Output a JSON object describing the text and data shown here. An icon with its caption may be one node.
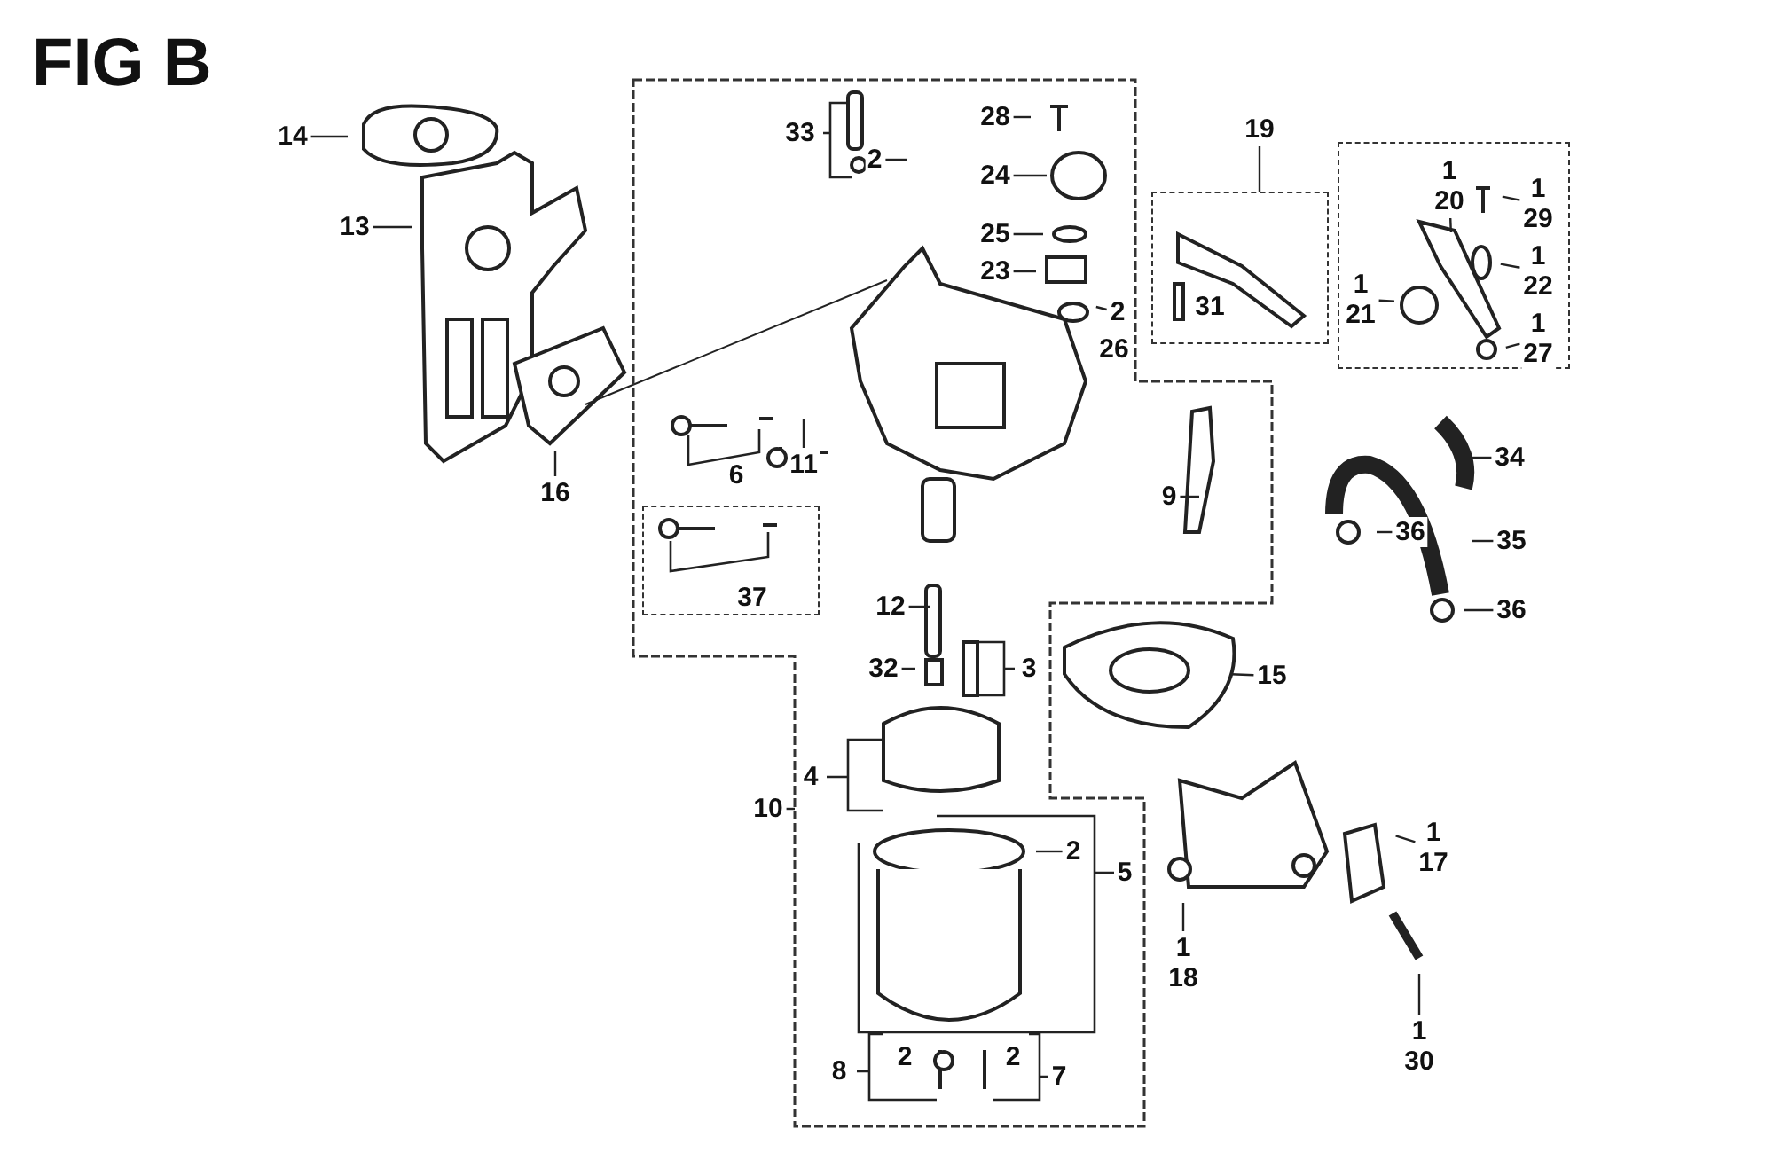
{
  "diagram": {
    "title": "FIG B",
    "nodes": [
      {
        "text": [],
        "shape": "box"
      },
      {
        "text": [
          "33"
        ],
        "in": 0
      },
      {
        "text": [
          "2"
        ],
        "in": 0
      },
      {
        "text": [
          "28"
        ],
        "in": 0
      },
      {
        "text": [
          "24"
        ],
        "in": 0
      },
      {
        "text": [
          "25"
        ],
        "in": 0
      },
      {
        "text": [
          "23"
        ],
        "in": 0
      },
      {
        "text": [
          "2"
        ],
        "in": 0
      },
      {
        "text": [
          "26"
        ],
        "in": 0
      },
      {
        "text": [
          "11"
        ],
        "in": 0
      },
      {
        "text": [
          "6"
        ],
        "in": 0
      },
      {
        "text": [
          "37"
        ],
        "in": 0
      },
      {
        "text": [
          "9"
        ],
        "in": 0
      },
      {
        "text": [
          "12"
        ],
        "in": 0
      },
      {
        "text": [
          "32"
        ],
        "in": 0
      },
      {
        "text": [
          "3"
        ],
        "in": 0
      },
      {
        "text": [
          "4"
        ],
        "in": 0
      },
      {
        "text": [
          "2"
        ],
        "in": 0
      },
      {
        "text": [
          "5"
        ],
        "in": 0
      },
      {
        "text": [
          "8"
        ],
        "in": 0
      },
      {
        "text": [
          "2"
        ],
        "in": 0
      },
      {
        "text": [
          "2"
        ],
        "in": 0
      },
      {
        "text": [
          "7"
        ],
        "in": 0
      },
      {
        "text": [
          "14"
        ]
      },
      {
        "text": [
          "13"
        ]
      },
      {
        "text": [
          "16"
        ]
      },
      {
        "text": [
          "10"
        ]
      },
      {
        "text": [
          "19"
        ]
      },
      {
        "text": [],
        "shape": "box"
      },
      {
        "text": [
          "31"
        ],
        "in": 28
      },
      {
        "text": [],
        "shape": "box"
      },
      {
        "text": [
          "1 20"
        ],
        "in": 30
      },
      {
        "text": [
          "1 29"
        ],
        "in": 30
      },
      {
        "text": [
          "1 22"
        ],
        "in": 30
      },
      {
        "text": [
          "1 21"
        ],
        "in": 30
      },
      {
        "text": [
          "1 27"
        ],
        "in": 30
      },
      {
        "text": [
          "34"
        ]
      },
      {
        "text": [
          "36"
        ]
      },
      {
        "text": [
          "35"
        ]
      },
      {
        "text": [
          "36"
        ]
      },
      {
        "text": [
          "15"
        ]
      },
      {
        "text": [
          "1 17"
        ]
      },
      {
        "text": [
          "1 18"
        ]
      },
      {
        "text": [
          "1 30"
        ]
      }
    ],
    "edges": [
      {
        "from": 23,
        "to": null,
        "arrow": "none"
      },
      {
        "from": 24,
        "to": null,
        "arrow": "none"
      },
      {
        "from": 25,
        "to": null,
        "arrow": "none"
      },
      {
        "from": 26,
        "to": 0,
        "arrow": "none"
      },
      {
        "from": 2,
        "to": null,
        "arrow": "none"
      },
      {
        "from": 3,
        "to": null,
        "arrow": "none"
      },
      {
        "from": 4,
        "to": null,
        "arrow": "none"
      },
      {
        "from": 5,
        "to": null,
        "arrow": "none"
      },
      {
        "from": 6,
        "to": null,
        "arrow": "none"
      },
      {
        "from": 7,
        "to": null,
        "arrow": "none"
      },
      {
        "from": 9,
        "to": null,
        "arrow": "none"
      },
      {
        "from": 13,
        "to": null,
        "arrow": "none"
      },
      {
        "from": 14,
        "to": null,
        "arrow": "none"
      },
      {
        "from": 17,
        "to": null,
        "arrow": "none"
      },
      {
        "from": 12,
        "to": null,
        "arrow": "none"
      },
      {
        "from": 27,
        "to": 28,
        "arrow": "none"
      },
      {
        "from": 31,
        "to": null,
        "arrow": "none"
      },
      {
        "from": 32,
        "to": null,
        "arrow": "none"
      },
      {
        "from": 33,
        "to": null,
        "arrow": "none"
      },
      {
        "from": 34,
        "to": null,
        "arrow": "none"
      },
      {
        "from": 35,
        "to": null,
        "arrow": "none"
      },
      {
        "from": 36,
        "to": null,
        "arrow": "none"
      },
      {
        "from": 38,
        "to": null,
        "arrow": "none"
      },
      {
        "from": 37,
        "to": null,
        "arrow": "none"
      },
      {
        "from": 39,
        "to": null,
        "arrow": "none"
      },
      {
        "from": 40,
        "to": null,
        "arrow": "none"
      },
      {
        "from": 41,
        "to": null,
        "arrow": "none"
      },
      {
        "from": 42,
        "to": null,
        "arrow": "none"
      },
      {
        "from": 43,
        "to": null,
        "arrow": "none"
      }
    ]
  }
}
